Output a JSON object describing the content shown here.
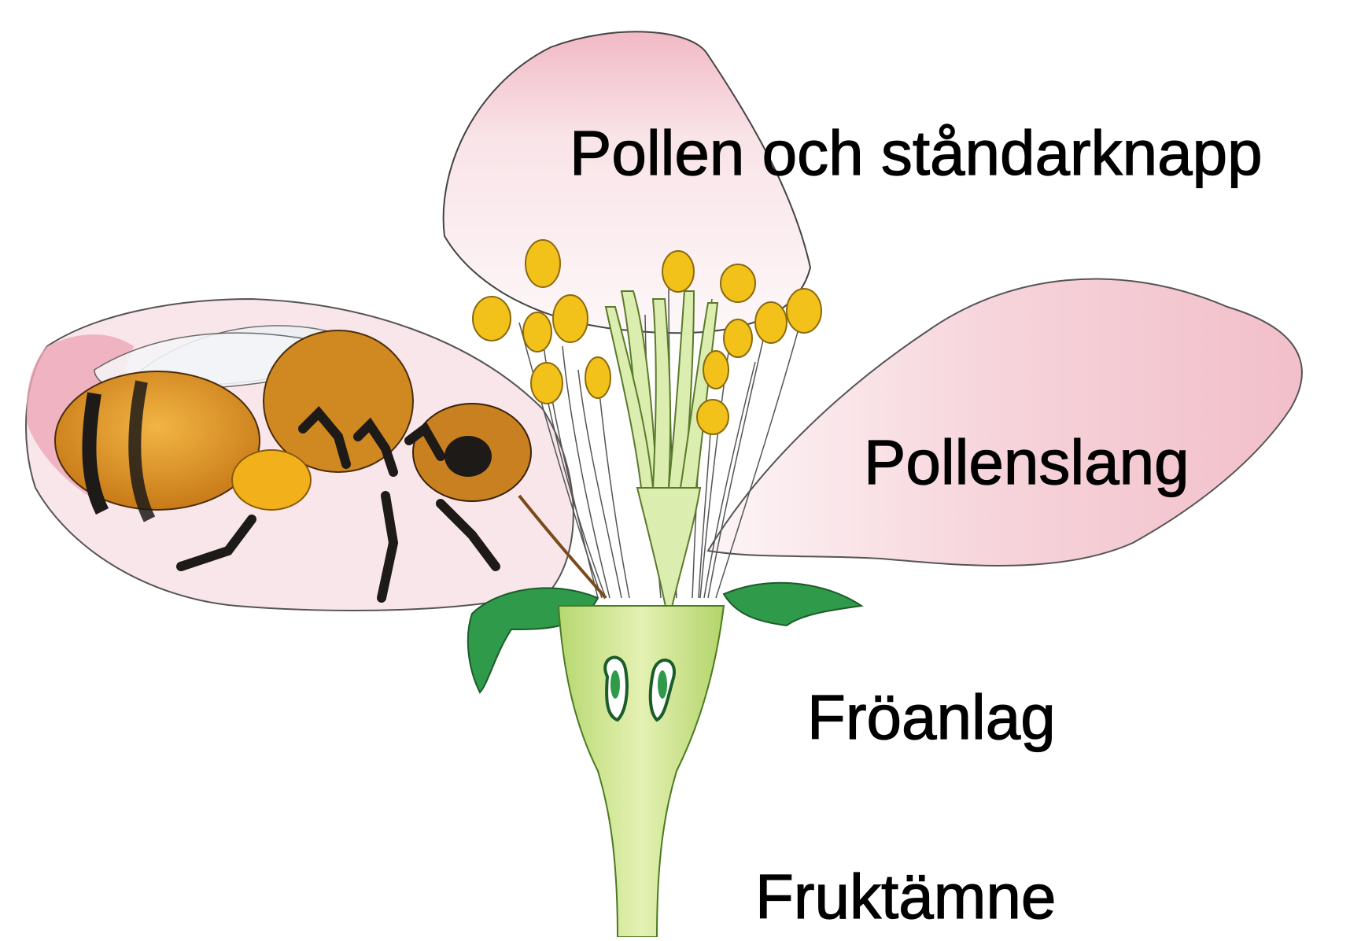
{
  "labels": {
    "pollen": "Pollen och ståndarknapp",
    "pollenslang": "Pollenslang",
    "froanlag": "Fröanlag",
    "fruktamne": "Fruktämne"
  },
  "colors": {
    "petal_pink": "#f2c6cf",
    "petal_white": "#fbf5f6",
    "stem_green": "#c9e28a",
    "sepal_green": "#2f9a4a",
    "anther_yellow": "#f2c21b",
    "bee_orange": "#d98e22",
    "bee_black": "#1d1a17"
  },
  "icons": [
    "bee-icon",
    "flower-icon"
  ]
}
